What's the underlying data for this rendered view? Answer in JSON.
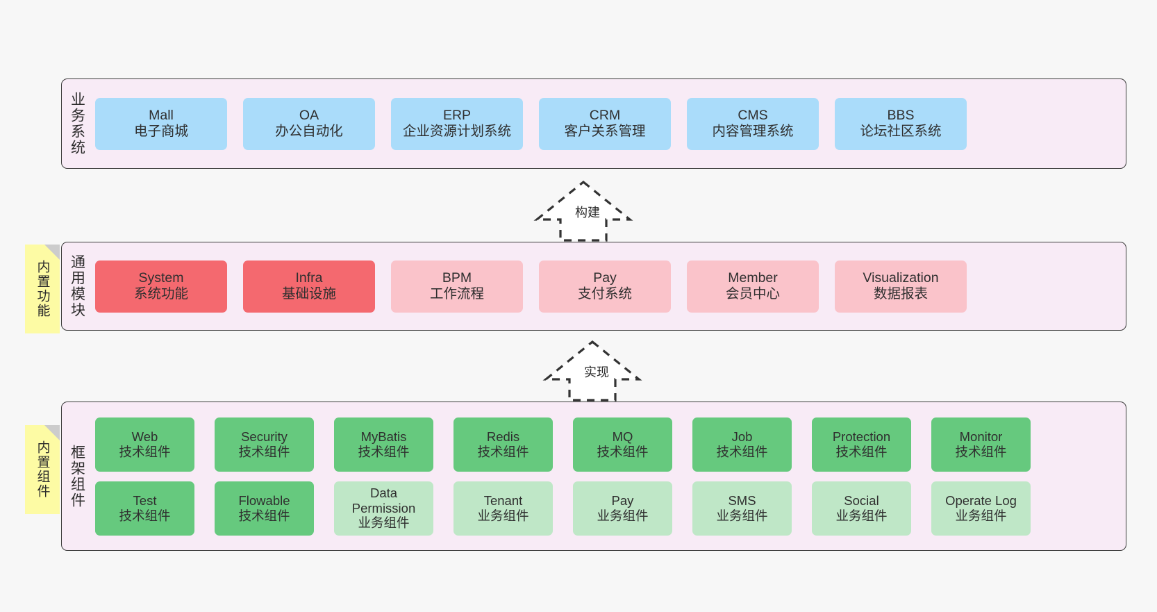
{
  "layers": [
    {
      "id": "business",
      "title": "业务系统",
      "rows": [
        {
          "items": [
            {
              "en": "Mall",
              "cn": "电子商城",
              "color": "#aadcfa"
            },
            {
              "en": "OA",
              "cn": "办公自动化",
              "color": "#aadcfa"
            },
            {
              "en": "ERP",
              "cn": "企业资源计划系统",
              "color": "#aadcfa"
            },
            {
              "en": "CRM",
              "cn": "客户关系管理",
              "color": "#aadcfa"
            },
            {
              "en": "CMS",
              "cn": "内容管理系统",
              "color": "#aadcfa"
            },
            {
              "en": "BBS",
              "cn": "论坛社区系统",
              "color": "#aadcfa"
            }
          ]
        }
      ]
    },
    {
      "id": "common",
      "title": "通用模块",
      "rows": [
        {
          "items": [
            {
              "en": "System",
              "cn": "系统功能",
              "color": "#f4696f"
            },
            {
              "en": "Infra",
              "cn": "基础设施",
              "color": "#f4696f"
            },
            {
              "en": "BPM",
              "cn": "工作流程",
              "color": "#fac3ca"
            },
            {
              "en": "Pay",
              "cn": "支付系统",
              "color": "#fac3ca"
            },
            {
              "en": "Member",
              "cn": "会员中心",
              "color": "#fac3ca"
            },
            {
              "en": "Visualization",
              "cn": "数据报表",
              "color": "#fac3ca"
            }
          ]
        }
      ]
    },
    {
      "id": "framework",
      "title": "框架组件",
      "rows": [
        {
          "items": [
            {
              "en": "Web",
              "cn": "技术组件",
              "color": "#66c97e"
            },
            {
              "en": "Security",
              "cn": "技术组件",
              "color": "#66c97e"
            },
            {
              "en": "MyBatis",
              "cn": "技术组件",
              "color": "#66c97e"
            },
            {
              "en": "Redis",
              "cn": "技术组件",
              "color": "#66c97e"
            },
            {
              "en": "MQ",
              "cn": "技术组件",
              "color": "#66c97e"
            },
            {
              "en": "Job",
              "cn": "技术组件",
              "color": "#66c97e"
            },
            {
              "en": "Protection",
              "cn": "技术组件",
              "color": "#66c97e"
            },
            {
              "en": "Monitor",
              "cn": "技术组件",
              "color": "#66c97e"
            }
          ]
        },
        {
          "items": [
            {
              "en": "Test",
              "cn": "技术组件",
              "color": "#66c97e"
            },
            {
              "en": "Flowable",
              "cn": "技术组件",
              "color": "#66c97e"
            },
            {
              "en": "Data Permission",
              "cn": "业务组件",
              "color": "#bfe7c7"
            },
            {
              "en": "Tenant",
              "cn": "业务组件",
              "color": "#bfe7c7"
            },
            {
              "en": "Pay",
              "cn": "业务组件",
              "color": "#bfe7c7"
            },
            {
              "en": "SMS",
              "cn": "业务组件",
              "color": "#bfe7c7"
            },
            {
              "en": "Social",
              "cn": "业务组件",
              "color": "#bfe7c7"
            },
            {
              "en": "Operate Log",
              "cn": "业务组件",
              "color": "#bfe7c7"
            }
          ]
        }
      ]
    }
  ],
  "notes": [
    {
      "id": "builtin-function",
      "text": "内置功能"
    },
    {
      "id": "builtin-component",
      "text": "内置组件"
    }
  ],
  "arrows": [
    {
      "id": "build",
      "label": "构建"
    },
    {
      "id": "implement",
      "label": "实现"
    }
  ],
  "colors": {
    "panel_bg": "#f8ebf6",
    "panel_border": "#3b3b3b",
    "canvas_bg": "#f7f7f7",
    "business_box": "#aadcfa",
    "module_primary": "#f4696f",
    "module_secondary": "#fac3ca",
    "tech_component": "#66c97e",
    "business_component": "#bfe7c7",
    "note_bg": "#fdfba4",
    "note_fold": "#cccccc",
    "arrow_stroke": "#333333"
  }
}
